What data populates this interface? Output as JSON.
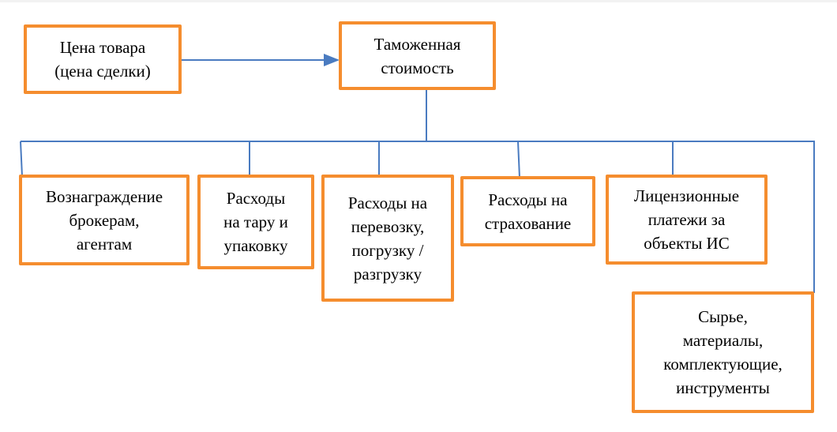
{
  "diagram": {
    "source": "Цена товара\n(цена сделки)",
    "target": "Таможенная\nстоимость",
    "components": [
      "Вознаграждение\nброкерам,\nагентам",
      "Расходы\nна тару и\nупаковку",
      "Расходы на\nперевозку,\nпогрузку /\nразгрузку",
      "Расходы на\nстрахование",
      "Лицензионные\nплатежи за\nобъекты ИС",
      "Сырье,\nматериалы,\nкомплектующие,\nинструменты"
    ],
    "colors": {
      "box_border": "#f58d2e",
      "connector": "#4a7bc0"
    }
  }
}
